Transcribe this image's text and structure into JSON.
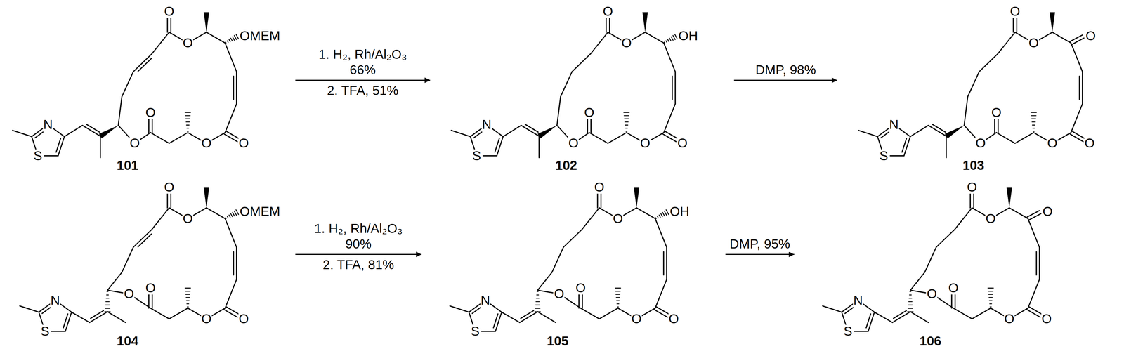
{
  "diagram": {
    "nodes": [
      {
        "text": [
          "101"
        ]
      },
      {
        "text": [
          "102"
        ]
      },
      {
        "text": [
          "103"
        ]
      },
      {
        "text": [
          "104"
        ]
      },
      {
        "text": [
          "105"
        ]
      },
      {
        "text": [
          "106"
        ]
      }
    ],
    "edges": [
      {
        "from": 0,
        "to": 1,
        "arrow": "to",
        "label": "1. H₂, Rh/Al₂O₃ 66%"
      },
      {
        "from": 1,
        "to": 2,
        "arrow": "to",
        "label": "DMP, 98%"
      },
      {
        "from": 3,
        "to": 4,
        "arrow": "to",
        "label": "1. H₂, Rh/Al₂O₃ 90%"
      },
      {
        "from": 4,
        "to": 5,
        "arrow": "to",
        "label": "DMP, 95%"
      }
    ],
    "labels": [
      "O",
      "O",
      "OMEM",
      "N",
      "S",
      "O",
      "O",
      "O",
      "O",
      "2. TFA, 51%",
      "O",
      "O",
      "OH",
      "N",
      "S",
      "O",
      "O",
      "O",
      "O",
      "O",
      "O",
      "O",
      "N",
      "S",
      "O",
      "O",
      "O",
      "O",
      "O",
      "O",
      "OMEM",
      "N",
      "S",
      "O",
      "O",
      "O",
      "O",
      "2. TFA, 81%",
      "O",
      "O",
      "OH",
      "N",
      "S",
      "O",
      "O",
      "O",
      "O",
      "O",
      "O",
      "O",
      "N",
      "S",
      "O",
      "O",
      "O",
      "O"
    ]
  }
}
